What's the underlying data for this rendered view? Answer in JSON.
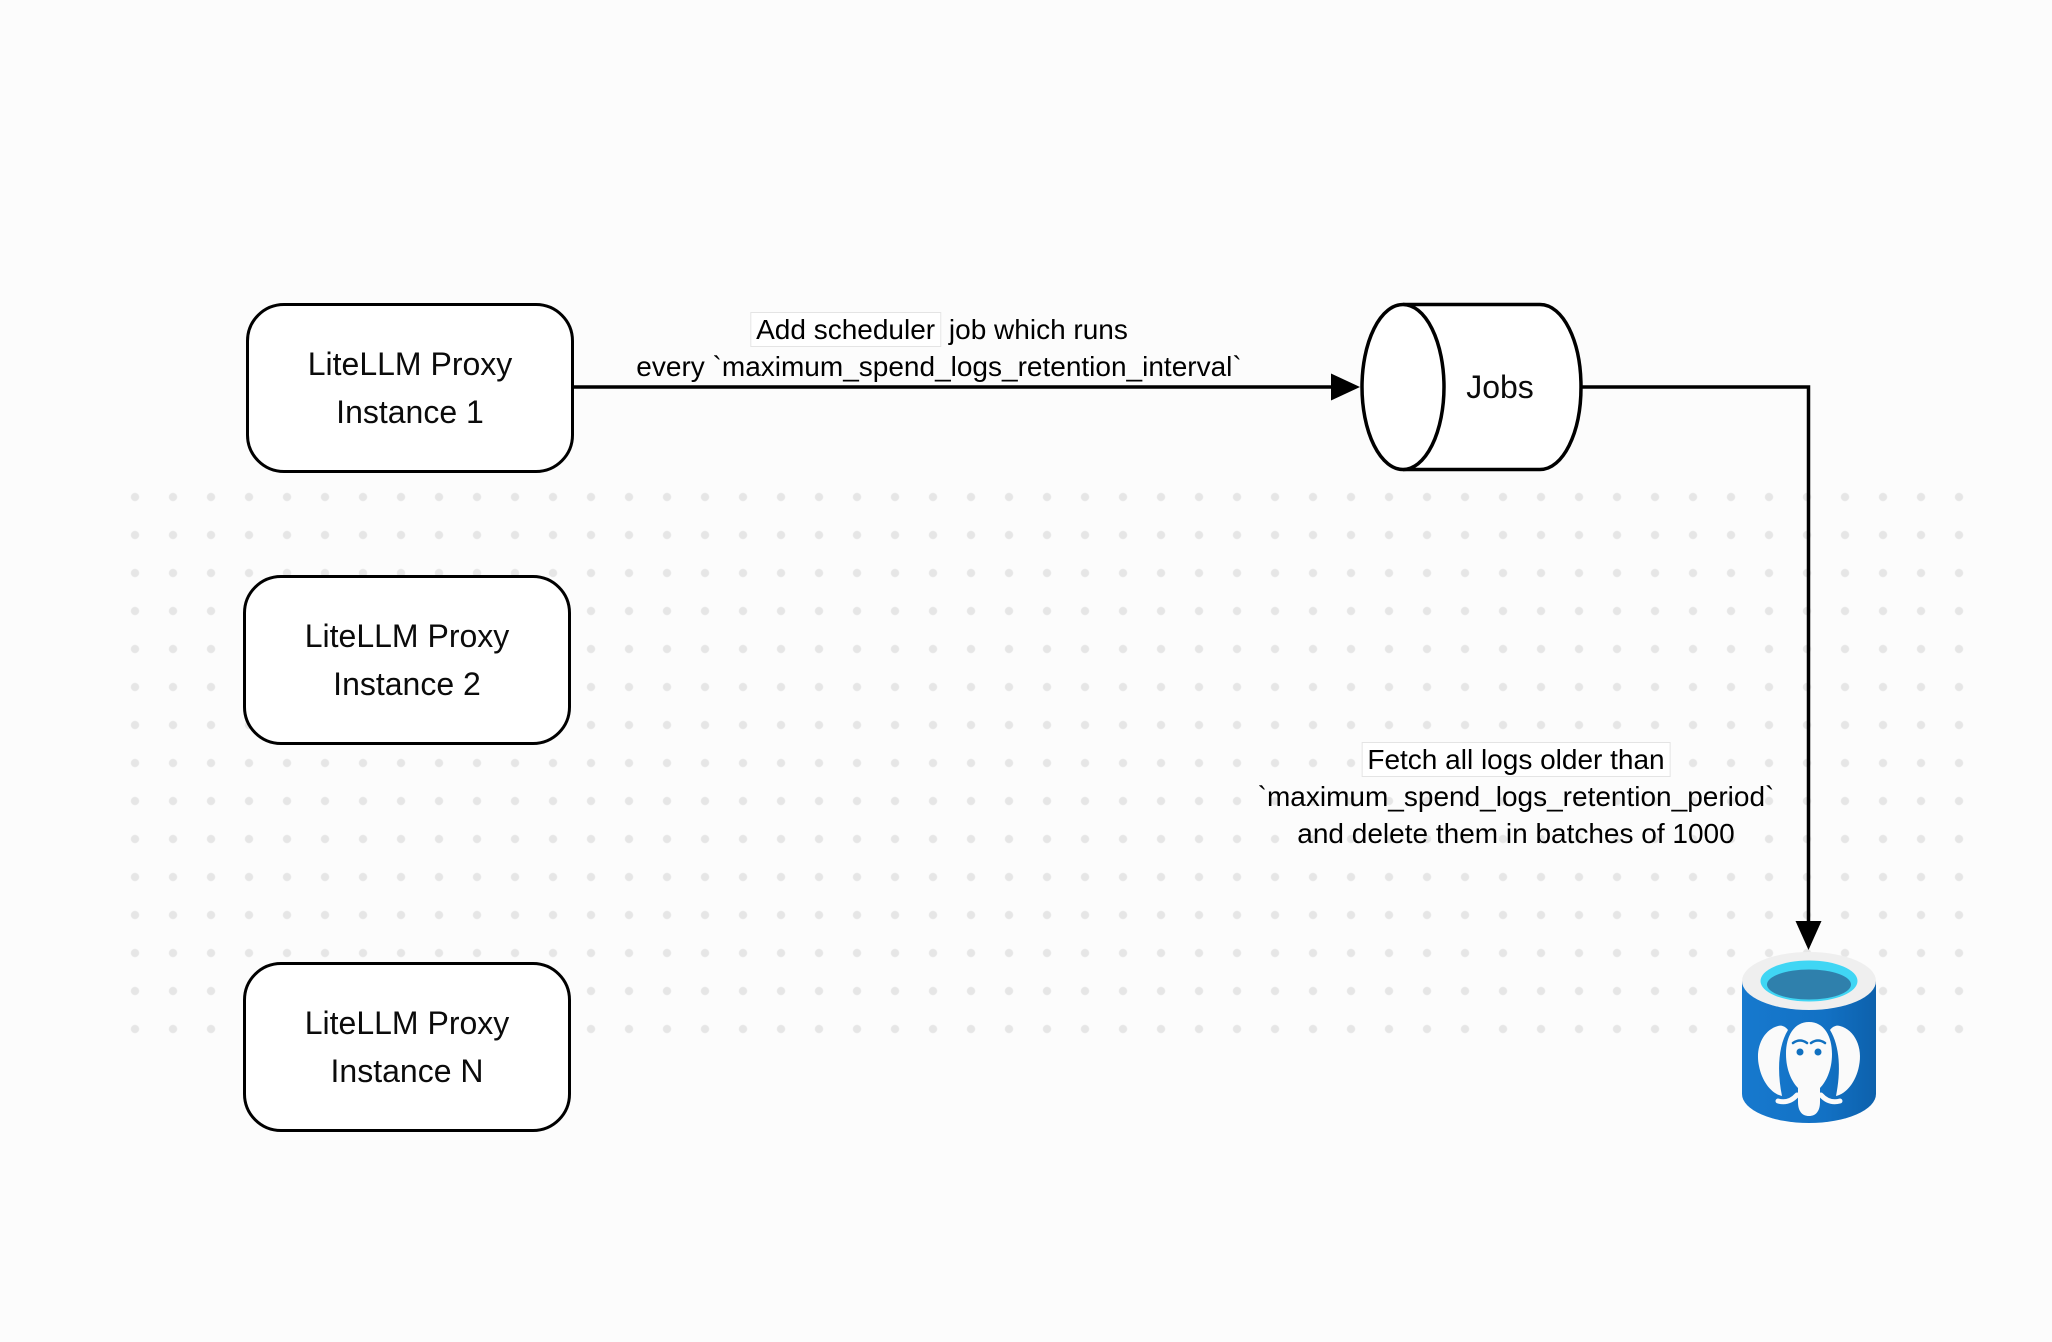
{
  "diagram": {
    "nodes": [
      {
        "line1": "LiteLLM Proxy",
        "line2": "Instance 1"
      },
      {
        "line1": "LiteLLM Proxy",
        "line2": "Instance 2"
      },
      {
        "line1": "LiteLLM Proxy",
        "line2": "Instance N"
      }
    ],
    "queue": {
      "label": "Jobs"
    },
    "database": {
      "icon": "postgresql-database-icon"
    },
    "edges": [
      {
        "from": "LiteLLM Proxy Instance 1",
        "to": "Jobs",
        "label_highlight": "Add scheduler",
        "label_rest": " job which runs",
        "label_line2": "every `maximum_spend_logs_retention_interval`"
      },
      {
        "from": "Jobs",
        "to": "PostgreSQL",
        "label_line1": "Fetch all logs older than",
        "label_line2": "`maximum_spend_logs_retention_period`",
        "label_line3": "and delete them in batches of 1000"
      }
    ],
    "colors": {
      "stroke": "#000000",
      "node_fill": "#ffffff",
      "canvas_bg": "#fcfcfc",
      "dot": "#e6e6e6",
      "db_blue_light": "#1779ce",
      "db_blue_dark": "#0d61ac",
      "db_rim": "#efefef",
      "db_opening_cyan": "#40d6f4",
      "db_liquid": "#2f80ac",
      "elephant": "#fafafa"
    }
  }
}
